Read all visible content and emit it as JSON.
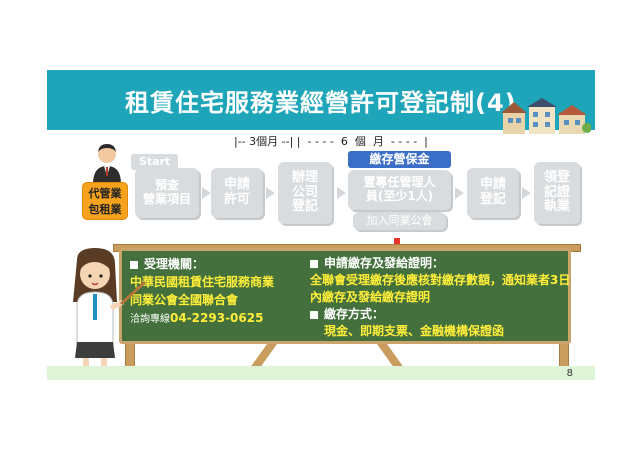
{
  "slide": {
    "title": "租賃住宅服務業經營許可登記制(4)",
    "timeline": "|-- 3個月 --| |  - - - -  6  個  月  - - - -  |",
    "start_label": "Start",
    "agent_label": "代管業\n包租業",
    "steps": [
      {
        "label": "預查\n營業項目"
      },
      {
        "label": "申請\n許可"
      },
      {
        "label": "辦理\n公司\n登記"
      },
      {
        "label": "置專任管理人\n員(至少1人)"
      },
      {
        "label": "申請\n登記"
      },
      {
        "label": "領登\n記證\n執業"
      }
    ],
    "badge_deposit": "繳存營保金",
    "badge_join": "加入同業公會",
    "board": {
      "agency_heading": "受理機關：",
      "agency_name": "中華民國租賃住宅服務商業同業公會全國聯合會",
      "contact_label": "洽詢專線",
      "contact_phone": "04-2293-0625",
      "apply_heading": "申請繳存及發給證明：",
      "apply_text": "全聯會受理繳存後應核對繳存數額，通知業者3日內繳存及發給繳存證明",
      "method_heading": "繳存方式：",
      "method_text": "現金、即期支票、金融機構保證函"
    },
    "page_number": "8"
  },
  "colors": {
    "title_bar": "#1ea5ba",
    "board": "#43703c",
    "highlight_text": "#ffef3a",
    "badge": "#3b6ec6",
    "agent_label": "#f7a21c"
  }
}
